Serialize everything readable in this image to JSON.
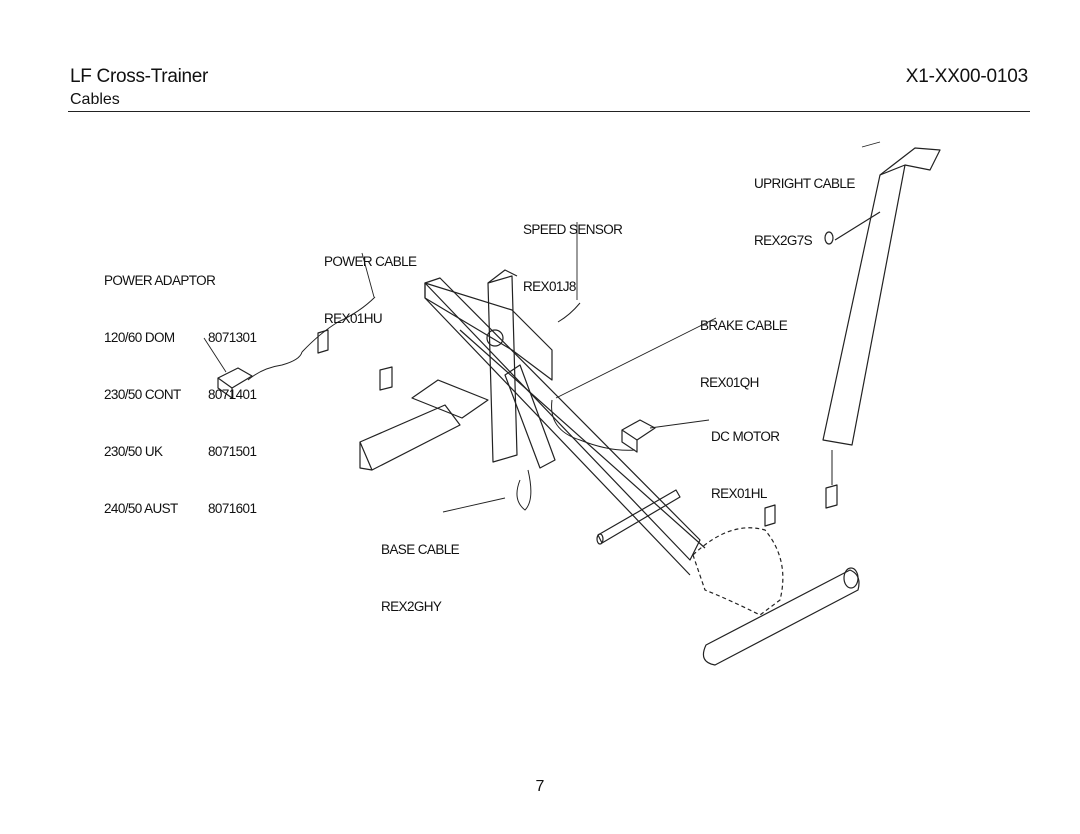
{
  "header": {
    "title": "LF Cross-Trainer",
    "subtitle": "Cables",
    "doc_code": "X1-XX00-0103"
  },
  "labels": {
    "upright_cable": {
      "name": "UPRIGHT CABLE",
      "part": "REX2G7S"
    },
    "speed_sensor": {
      "name": "SPEED SENSOR",
      "part": "REX01J8"
    },
    "power_cable": {
      "name": "POWER CABLE",
      "part": "REX01HU"
    },
    "brake_cable": {
      "name": "BRAKE CABLE",
      "part": "REX01QH"
    },
    "dc_motor": {
      "name": "DC MOTOR",
      "part": "REX01HL"
    },
    "base_cable": {
      "name": "BASE CABLE",
      "part": "REX2GHY"
    }
  },
  "power_adaptor": {
    "name": "POWER ADAPTOR",
    "rows": [
      {
        "spec": "120/60 DOM",
        "part": "8071301"
      },
      {
        "spec": "230/50 CONT",
        "part": "8071401"
      },
      {
        "spec": "230/50 UK",
        "part": "8071501"
      },
      {
        "spec": "240/50 AUST",
        "part": "8071601"
      }
    ]
  },
  "page_number": "7"
}
